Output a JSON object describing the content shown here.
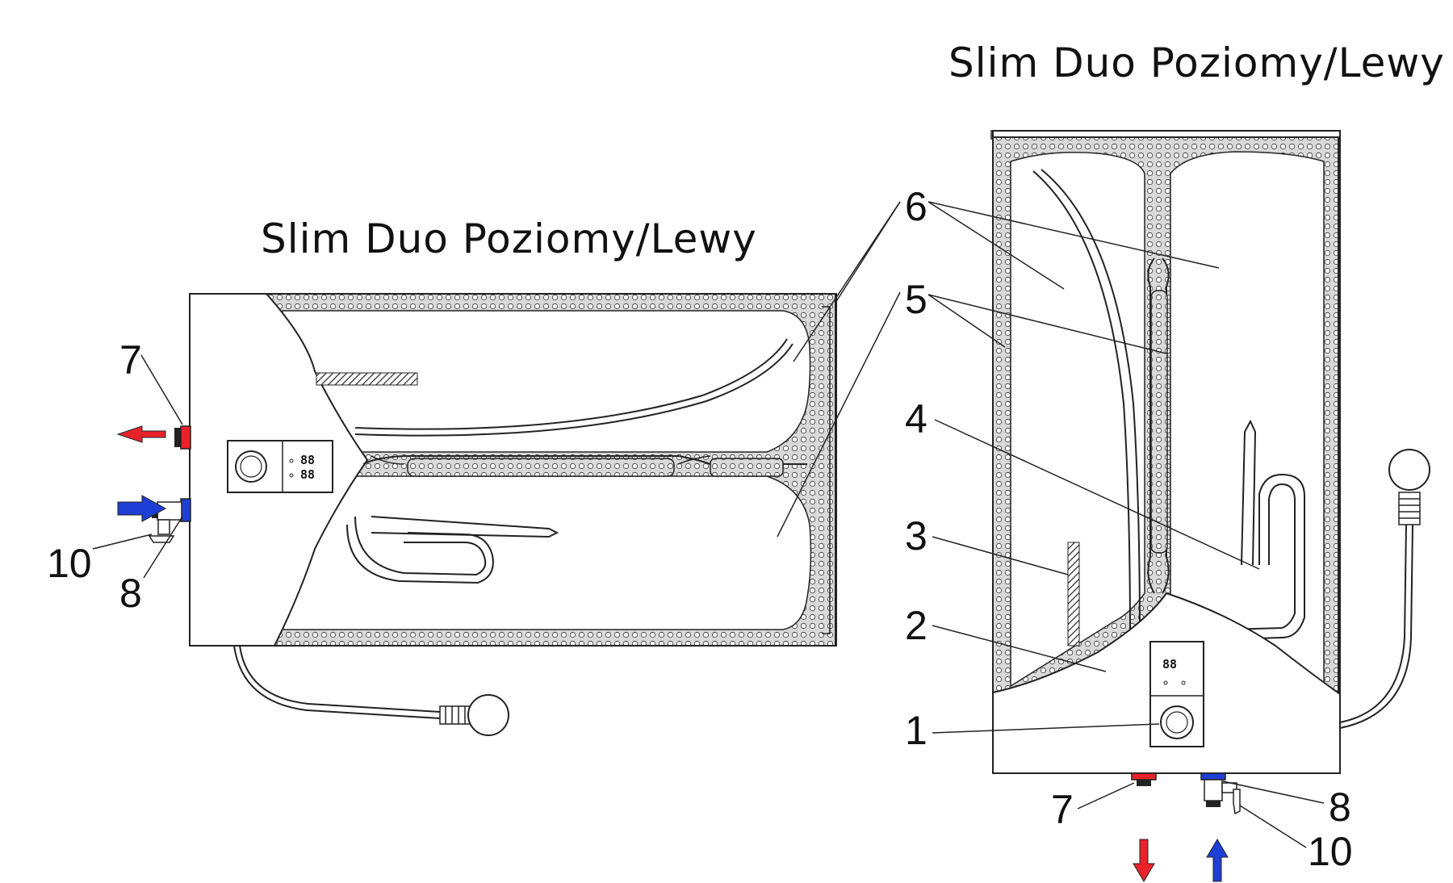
{
  "titles": {
    "left": "Slim Duo Poziomy/Lewy",
    "right": "Slim Duo Poziomy/Lewy"
  },
  "display_digits": "88",
  "left_labels": {
    "l7": "7",
    "l10": "10",
    "l8": "8",
    "l6": "6",
    "l5": "5"
  },
  "right_labels": {
    "r4": "4",
    "r3": "3",
    "r2": "2",
    "r1": "1",
    "r7": "7",
    "r8": "8",
    "r10": "10"
  },
  "colors": {
    "hot": "#e8222b",
    "cold": "#1e3fd6",
    "insulation": "#cfcfcf",
    "outline": "#222222"
  },
  "icons": {
    "hot_arrow": "hot-water-arrow-icon",
    "cold_arrow": "cold-water-arrow-icon",
    "knob": "thermostat-knob-icon",
    "plug": "power-plug-icon"
  }
}
